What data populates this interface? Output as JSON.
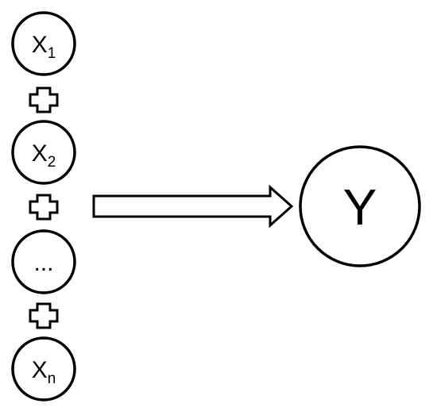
{
  "inputs": [
    {
      "base": "X",
      "sub": "1"
    },
    {
      "base": "X",
      "sub": "2"
    },
    {
      "base": "...",
      "sub": ""
    },
    {
      "base": "X",
      "sub": "n"
    }
  ],
  "output": {
    "label": "Y"
  },
  "operator_icon": "plus-outline-icon",
  "connector_icon": "arrow-right-outline-icon"
}
